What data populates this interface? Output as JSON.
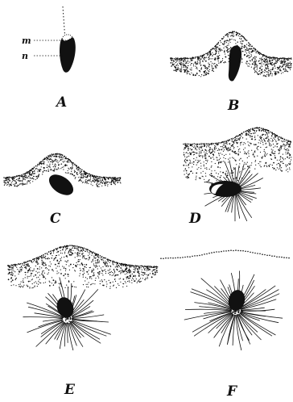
{
  "panels": [
    {
      "id": "A",
      "caption": "A",
      "labels": [
        "m",
        "n"
      ]
    },
    {
      "id": "B",
      "caption": "B"
    },
    {
      "id": "C",
      "caption": "C"
    },
    {
      "id": "D",
      "caption": "D"
    },
    {
      "id": "E",
      "caption": "E"
    },
    {
      "id": "F",
      "caption": "F"
    }
  ],
  "colors": {
    "ink": "#111111",
    "background": "#ffffff"
  }
}
